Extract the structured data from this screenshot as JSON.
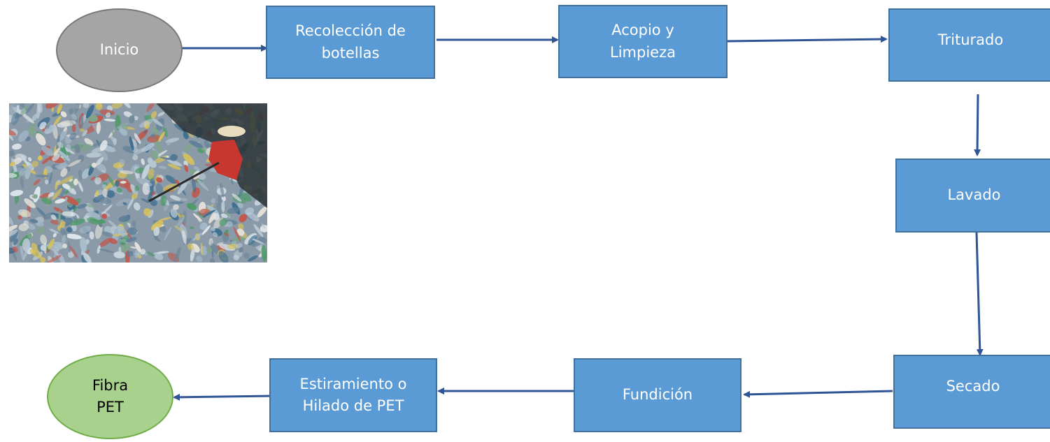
{
  "nodes": {
    "inicio": "Inicio",
    "recoleccion": "Recolección de\nbotellas",
    "acopio": "Acopio y\nLimpieza",
    "triturado": "Triturado",
    "lavado": "Lavado",
    "secado": "Secado",
    "fundicion": "Fundición",
    "estiramiento": "Estiramiento o\nHilado de PET",
    "fibra": "Fibra\nPET"
  },
  "colors": {
    "box_fill": "#5b9bd5",
    "box_border": "#41719c",
    "start_fill": "#a5a5a5",
    "end_fill": "#a9d18e",
    "arrow": "#2f5597"
  },
  "photo": {
    "icon": "plastic-bottles-photo"
  }
}
